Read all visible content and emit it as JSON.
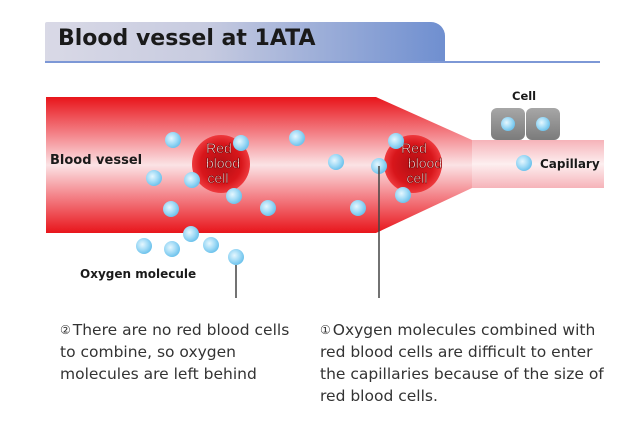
{
  "title": "Blood vessel at 1ATA",
  "labels": {
    "blood_vessel": "Blood vessel",
    "capillary": "Capillary",
    "cell": "Cell",
    "oxygen_molecule": "Oxygen molecule",
    "red_blood_cell_line1": "Red",
    "red_blood_cell_line2": "blood",
    "red_blood_cell_line3": "cell"
  },
  "notes": {
    "note_2": {
      "marker": "②",
      "text": "There are no red blood cells to combine, so oxygen molecules are left behind"
    },
    "note_1": {
      "marker": "①",
      "text": "Oxygen molecules combined with red blood cells are difficult to enter the capillaries because of the size of red blood cells."
    }
  },
  "colors": {
    "vessel_red": "#e8151b",
    "vessel_light": "#f7c6cb",
    "red_blood_cell": "#d9161b",
    "oxygen": "#8fd3f4",
    "cell_gray": "#8c8c8c",
    "title_accent": "#6f8fd0"
  }
}
